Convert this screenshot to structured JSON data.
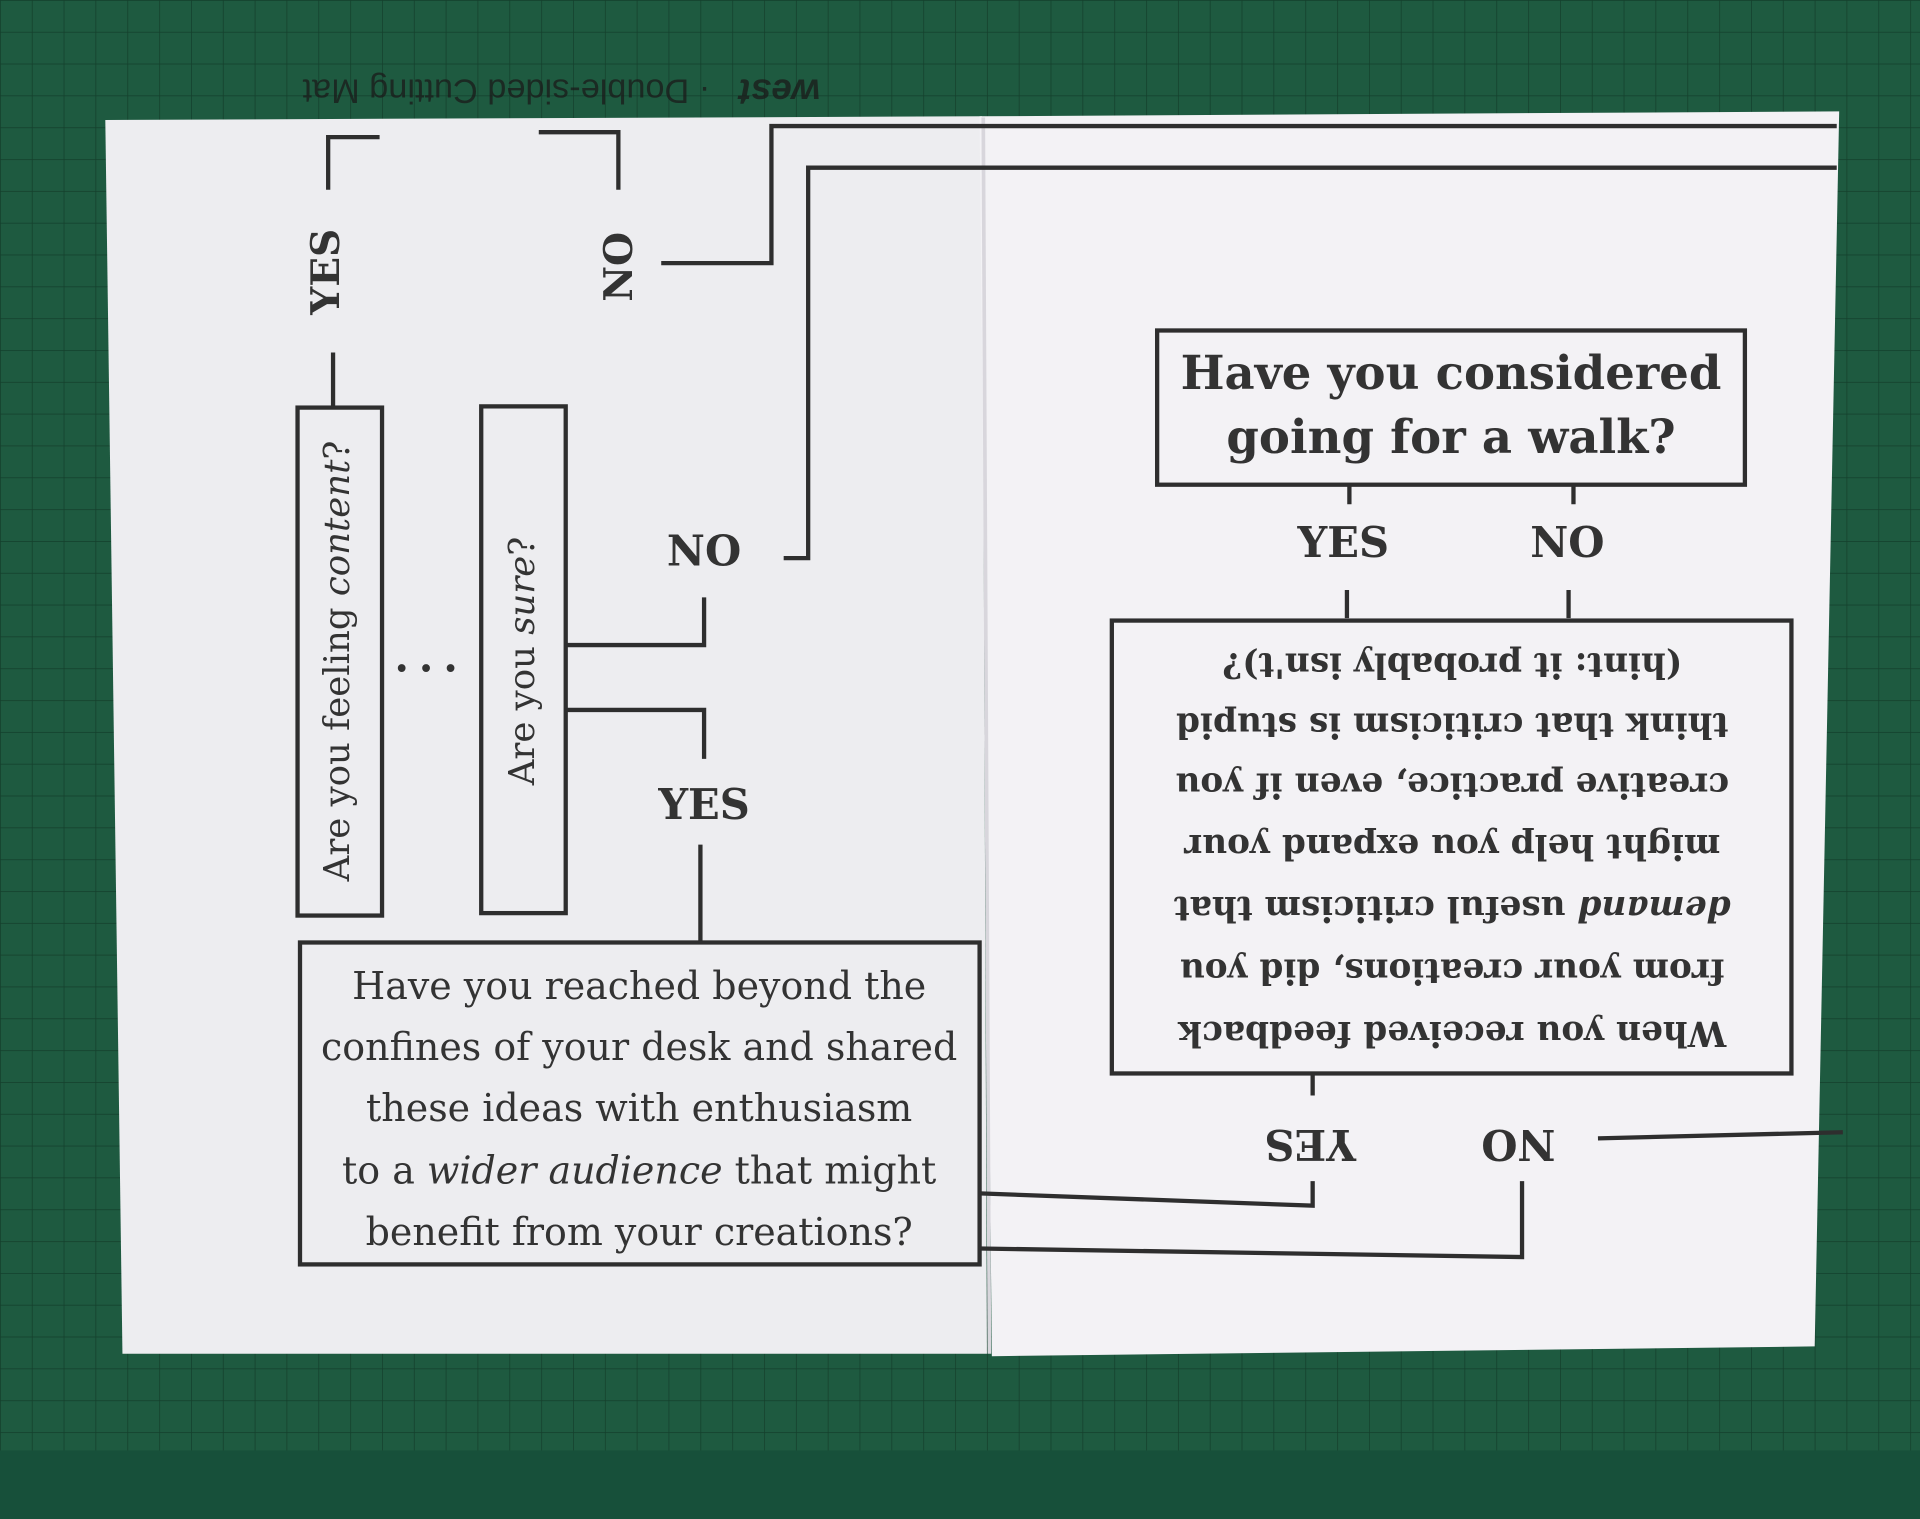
{
  "mat": {
    "brand": "west",
    "label": "· Double-sided Cutting Mat"
  },
  "left_page": {
    "q_content": [
      "Are you feeling ",
      "content",
      "?"
    ],
    "q_content_yes": "YES",
    "q_content_no": "NO",
    "ellipsis": "• • •",
    "q_sure": [
      "Are you ",
      "sure",
      "?"
    ],
    "q_sure_no": "NO",
    "q_sure_yes": "YES",
    "q_reached": {
      "line1": "Have you reached beyond the",
      "line2": "confines of your desk and shared",
      "line3": "these ideas with enthusiasm",
      "line4_pre": "to a ",
      "line4_em": "wider audience",
      "line4_post": " that might",
      "line5": "benefit from your creations?"
    }
  },
  "right_page": {
    "q_walk": {
      "line1": "Have you considered",
      "line2": "going for a walk?"
    },
    "q_walk_yes": "YES",
    "q_walk_no": "NO",
    "q_feedback": {
      "line1": "When you received feedback",
      "line2": "from your creations, did you",
      "line3_em": "demand",
      "line3_post": " useful criticism that",
      "line4": "might help you expand your",
      "line5": "creative practice, even if you",
      "line6": "think that criticism is stupid",
      "line7": "(hint: it probably isn't)?"
    },
    "q_feedback_yes": "YES",
    "q_feedback_no": "NO"
  }
}
